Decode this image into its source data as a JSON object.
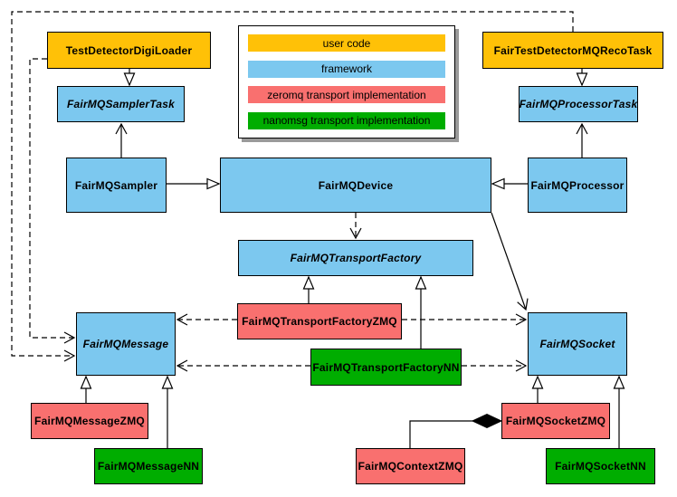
{
  "colors": {
    "user": "#FFC107",
    "framework": "#7CC8EF",
    "zeromq": "#F9706F",
    "nanomsg": "#00AD00"
  },
  "legend": {
    "items": [
      {
        "label": "user code",
        "role": "user"
      },
      {
        "label": "framework",
        "role": "framework"
      },
      {
        "label": "zeromq transport implementation",
        "role": "zeromq"
      },
      {
        "label": "nanomsg transport implementation",
        "role": "nanomsg"
      }
    ]
  },
  "nodes": {
    "testDetectorDigiLoader": {
      "label": "TestDetectorDigiLoader",
      "role": "user"
    },
    "fairTestDetectorMQRecoTask": {
      "label": "FairTestDetectorMQRecoTask",
      "role": "user"
    },
    "fairMQSamplerTask": {
      "label": "FairMQSamplerTask",
      "role": "framework",
      "abstract": true
    },
    "fairMQProcessorTask": {
      "label": "FairMQProcessorTask",
      "role": "framework",
      "abstract": true
    },
    "fairMQSampler": {
      "label": "FairMQSampler",
      "role": "framework"
    },
    "fairMQDevice": {
      "label": "FairMQDevice",
      "role": "framework"
    },
    "fairMQProcessor": {
      "label": "FairMQProcessor",
      "role": "framework"
    },
    "fairMQTransportFactory": {
      "label": "FairMQTransportFactory",
      "role": "framework",
      "abstract": true
    },
    "fairMQTransportFactoryZMQ": {
      "label": "FairMQTransportFactoryZMQ",
      "role": "zeromq"
    },
    "fairMQTransportFactoryNN": {
      "label": "FairMQTransportFactoryNN",
      "role": "nanomsg"
    },
    "fairMQMessage": {
      "label": "FairMQMessage",
      "role": "framework",
      "abstract": true
    },
    "fairMQSocket": {
      "label": "FairMQSocket",
      "role": "framework",
      "abstract": true
    },
    "fairMQMessageZMQ": {
      "label": "FairMQMessageZMQ",
      "role": "zeromq"
    },
    "fairMQMessageNN": {
      "label": "FairMQMessageNN",
      "role": "nanomsg"
    },
    "fairMQSocketZMQ": {
      "label": "FairMQSocketZMQ",
      "role": "zeromq"
    },
    "fairMQSocketNN": {
      "label": "FairMQSocketNN",
      "role": "nanomsg"
    },
    "fairMQContextZMQ": {
      "label": "FairMQContextZMQ",
      "role": "zeromq"
    }
  }
}
